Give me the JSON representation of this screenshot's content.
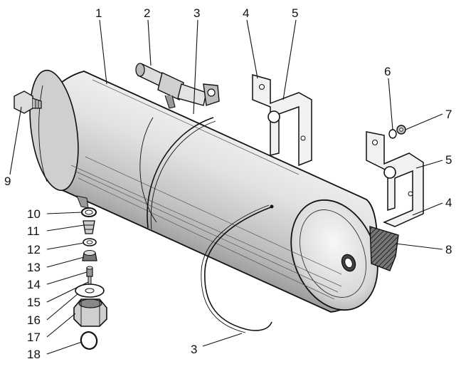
{
  "figure": {
    "callouts": [
      "1",
      "2",
      "3",
      "4",
      "5",
      "6",
      "7",
      "3",
      "9",
      "10",
      "11",
      "12",
      "13",
      "14",
      "15",
      "16",
      "17",
      "18",
      "5",
      "4",
      "8"
    ]
  },
  "colors": {
    "ink": "#111111",
    "paper": "#ffffff",
    "tank_shade": "#b9b9b9",
    "tank_light": "#f4f4f4",
    "pad": "#555555"
  }
}
